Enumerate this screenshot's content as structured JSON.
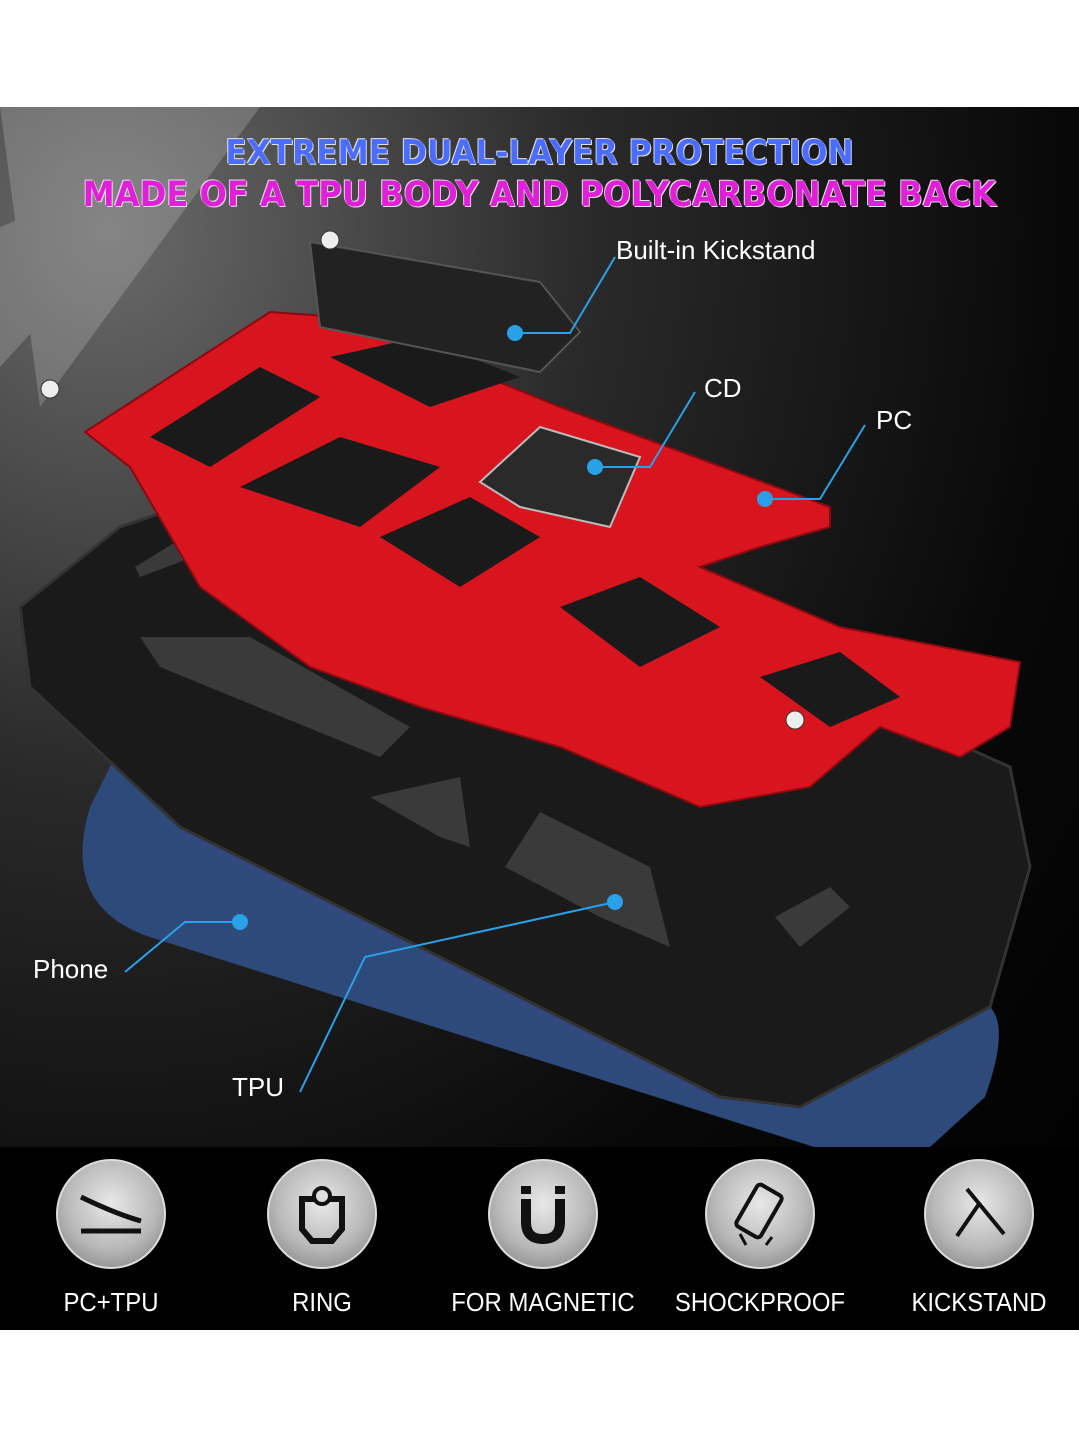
{
  "headline": {
    "line1": "EXTREME DUAL-LAYER PROTECTION",
    "line2": "MADE OF A TPU BODY AND POLYCARBONATE BACK"
  },
  "callouts": {
    "kickstand": "Built-in Kickstand",
    "cd": "CD",
    "pc": "PC",
    "phone": "Phone",
    "tpu": "TPU"
  },
  "features": [
    {
      "label": "PC+TPU",
      "icon": "layers-icon"
    },
    {
      "label": "RING",
      "icon": "ring-holder-icon"
    },
    {
      "label": "FOR MAGNETIC",
      "icon": "magnet-icon"
    },
    {
      "label": "SHOCKPROOF",
      "icon": "shockproof-phone-icon"
    },
    {
      "label": "KICKSTAND",
      "icon": "kickstand-icon"
    }
  ],
  "colors": {
    "frame_red": "#d8141e",
    "case_black": "#1a1a1a",
    "phone_blue": "#2e4a7a",
    "callout_blue": "#2aa0e8",
    "title_blue": "#4a6cff",
    "title_magenta": "#e020d8"
  }
}
